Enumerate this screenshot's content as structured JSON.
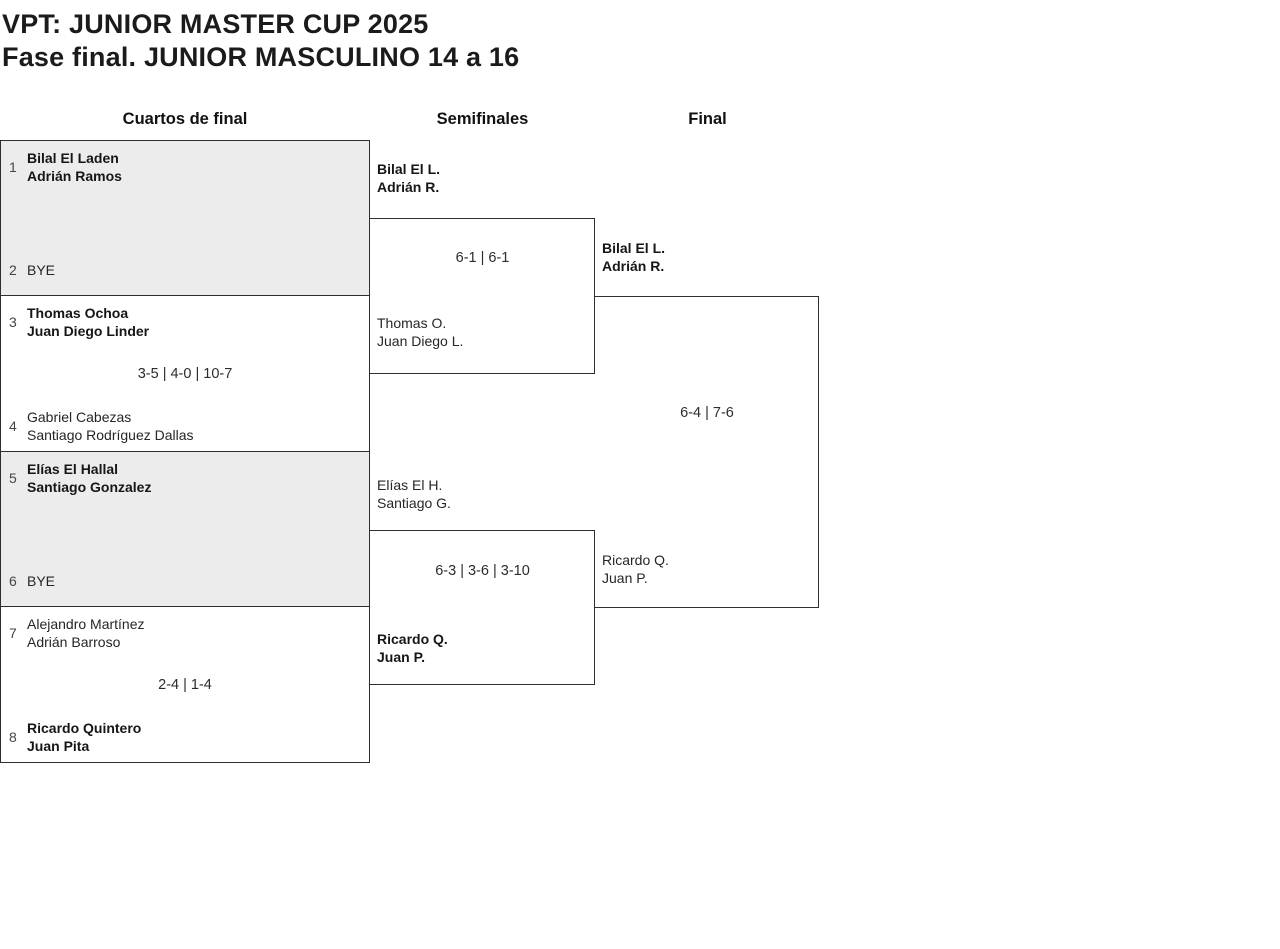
{
  "header": {
    "title": "VPT: JUNIOR MASTER CUP 2025",
    "subtitle": "Fase final. JUNIOR MASCULINO 14 a 16"
  },
  "columns": [
    "Cuartos de final",
    "Semifinales",
    "Final"
  ],
  "bracket": {
    "quarterfinals": [
      {
        "seed1": "1",
        "team1": [
          "Bilal El Laden",
          "Adrián Ramos"
        ],
        "team1_winner": true,
        "seed2": "2",
        "team2": [
          "BYE"
        ],
        "team2_winner": false,
        "score": ""
      },
      {
        "seed1": "3",
        "team1": [
          "Thomas Ochoa",
          "Juan Diego Linder"
        ],
        "team1_winner": true,
        "seed2": "4",
        "team2": [
          "Gabriel Cabezas",
          "Santiago Rodríguez Dallas"
        ],
        "team2_winner": false,
        "score": "3-5 | 4-0 | 10-7"
      },
      {
        "seed1": "5",
        "team1": [
          "Elías El Hallal",
          "Santiago Gonzalez"
        ],
        "team1_winner": true,
        "seed2": "6",
        "team2": [
          "BYE"
        ],
        "team2_winner": false,
        "score": ""
      },
      {
        "seed1": "7",
        "team1": [
          "Alejandro Martínez",
          "Adrián Barroso"
        ],
        "team1_winner": false,
        "seed2": "8",
        "team2": [
          "Ricardo Quintero",
          "Juan Pita"
        ],
        "team2_winner": true,
        "score": "2-4 | 1-4"
      }
    ],
    "semifinals": [
      {
        "team1": [
          "Bilal El L.",
          "Adrián R."
        ],
        "team1_winner": true,
        "team2": [
          "Thomas O.",
          "Juan Diego L."
        ],
        "team2_winner": false,
        "score": "6-1 | 6-1"
      },
      {
        "team1": [
          "Elías El H.",
          "Santiago G."
        ],
        "team1_winner": false,
        "team2": [
          "Ricardo Q.",
          "Juan P."
        ],
        "team2_winner": true,
        "score": "6-3 | 3-6 | 3-10"
      }
    ],
    "final": {
      "team1": [
        "Bilal El L.",
        "Adrián R."
      ],
      "team1_winner": true,
      "team2": [
        "Ricardo Q.",
        "Juan P."
      ],
      "team2_winner": false,
      "score": "6-4 | 7-6"
    }
  }
}
